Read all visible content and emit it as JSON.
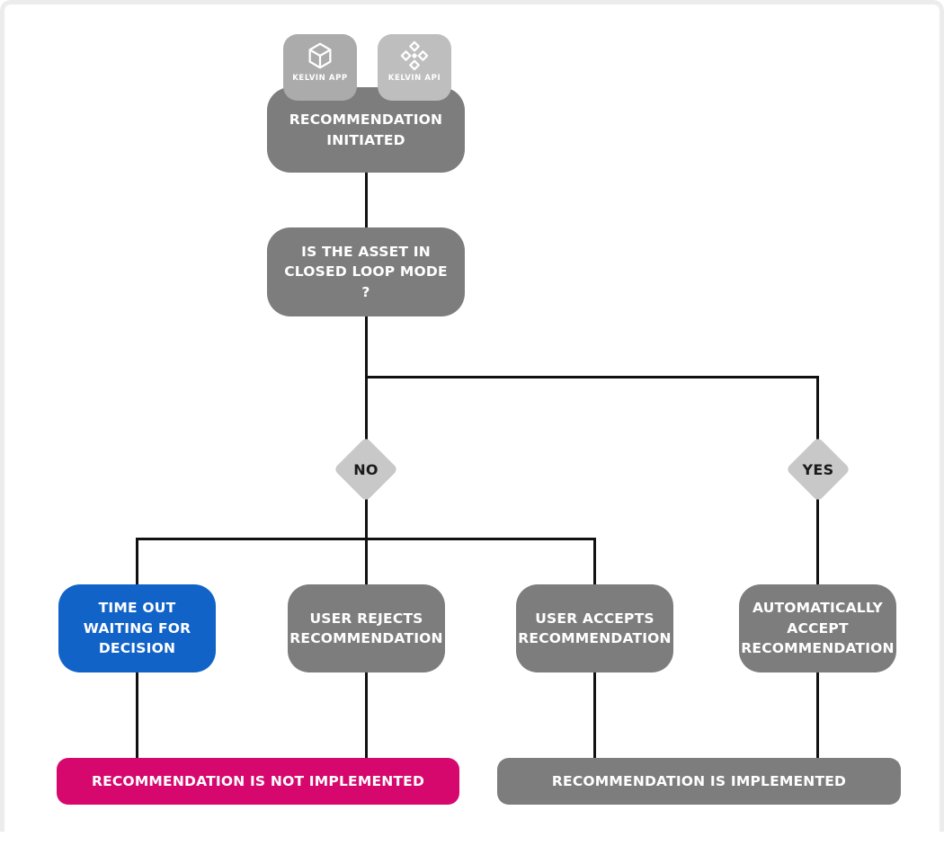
{
  "badges": {
    "app": {
      "label": "KELVIN APP",
      "icon": "cube-icon",
      "bg": "#ababab"
    },
    "api": {
      "label": "KELVIN API",
      "icon": "diamond-cluster-icon",
      "bg": "#bebebe"
    }
  },
  "nodes": {
    "initiated": {
      "label": "RECOMMENDATION INITIATED",
      "color": "#7d7d7d"
    },
    "closed_loop": {
      "label": "IS THE ASSET IN CLOSED LOOP MODE ?",
      "color": "#7d7d7d"
    },
    "branch_no": {
      "label": "NO",
      "color": "#c8c8c8"
    },
    "branch_yes": {
      "label": "YES",
      "color": "#c8c8c8"
    },
    "timeout": {
      "label": "TIME OUT WAITING FOR DECISION",
      "color": "#1263c8"
    },
    "user_rejects": {
      "label": "USER REJECTS RECOMMENDATION",
      "color": "#7d7d7d"
    },
    "user_accepts": {
      "label": "USER ACCEPTS RECOMMENDATION",
      "color": "#7d7d7d"
    },
    "auto_accept": {
      "label": "AUTOMATICALLY ACCEPT RECOMMENDATION",
      "color": "#7d7d7d"
    },
    "not_implemented": {
      "label": "RECOMMENDATION IS NOT IMPLEMENTED",
      "color": "#d6086e"
    },
    "implemented": {
      "label": "RECOMMENDATION IS IMPLEMENTED",
      "color": "#7d7d7d"
    }
  },
  "colors": {
    "line": "#111111",
    "text_light": "#ffffff",
    "text_dark": "#1a1a1a",
    "frame": "#ececec"
  }
}
